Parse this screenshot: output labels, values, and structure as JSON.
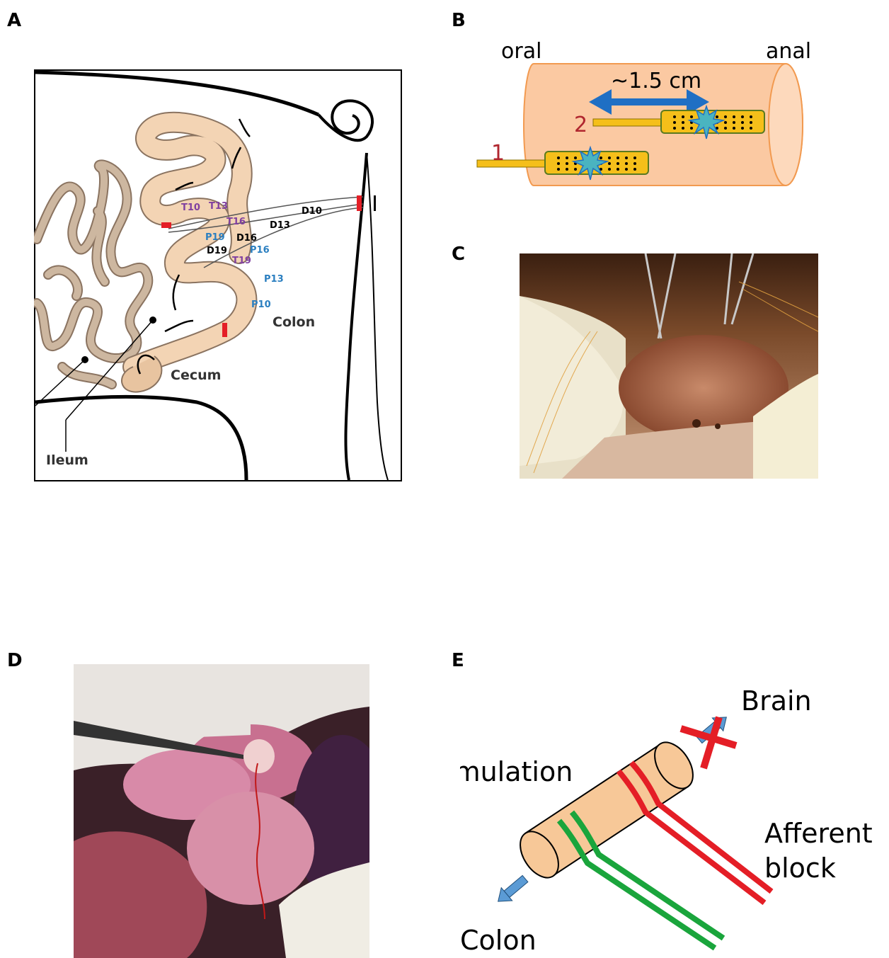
{
  "panels": {
    "a": {
      "letter": "A"
    },
    "b": {
      "letter": "B"
    },
    "c": {
      "letter": "C"
    },
    "d": {
      "letter": "D"
    },
    "e": {
      "letter": "E"
    }
  },
  "panel_a": {
    "labels": {
      "colon": "Colon",
      "cecum": "Cecum",
      "ileum": "Ileum"
    },
    "electrodes": {
      "t10": "T10",
      "t13": "T13",
      "t16": "T16",
      "t19": "T19",
      "d10": "D10",
      "d13": "D13",
      "d16": "D16",
      "d19": "D19",
      "p10": "P10",
      "p13": "P13",
      "p16": "P16",
      "p19": "P19"
    },
    "colors": {
      "tissue": "#f3d4b4",
      "small_intestine": "#cdb7a0",
      "t_label": "#8040a0",
      "p_label": "#2b7fc0",
      "marker": "#e41e26"
    }
  },
  "panel_b": {
    "oral": "oral",
    "anal": "anal",
    "distance": "~1.5 cm",
    "electrode_1": "1",
    "electrode_2": "2",
    "colors": {
      "tube": "#fbc9a2",
      "electrode": "#f5bf1a",
      "arrow": "#1f6fc4",
      "number": "#b0262e"
    }
  },
  "panel_e": {
    "brain": "Brain",
    "stimulation": "Stimulation",
    "afferent_block": [
      "Afferent",
      "block"
    ],
    "colon": "Colon",
    "colors": {
      "nerve": "#f7c898",
      "stim_electrode": "#1aa53c",
      "block_electrode": "#e41e26",
      "arrow": "#5b9bd5"
    }
  }
}
